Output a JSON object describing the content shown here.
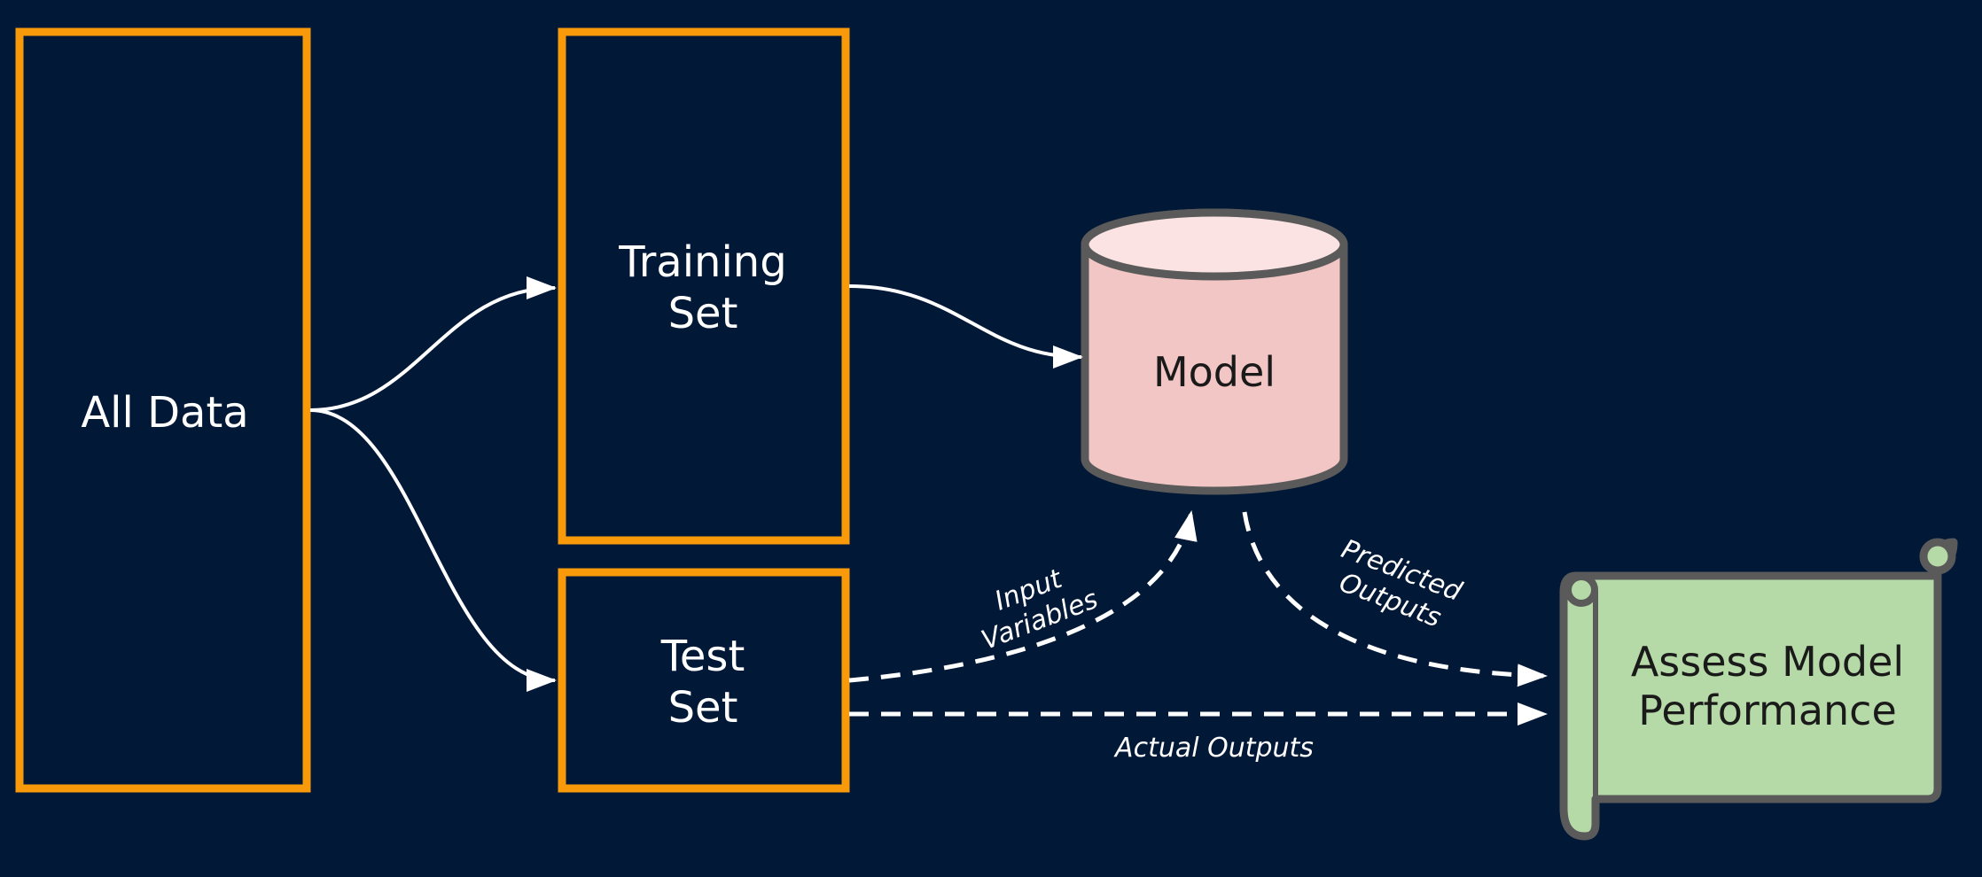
{
  "colors": {
    "background": "#021837",
    "box_stroke": "#f99a0b",
    "model_fill": "#f3c6c6",
    "model_top": "#fbe3e3",
    "model_stroke": "#5a5a5a",
    "scroll_fill": "#b6d9a8",
    "scroll_stroke": "#5a5a5a",
    "edge": "#ffffff"
  },
  "nodes": {
    "all_data": {
      "label": "All Data"
    },
    "training_set": {
      "label_line1": "Training",
      "label_line2": "Set"
    },
    "test_set": {
      "label_line1": "Test",
      "label_line2": "Set"
    },
    "model": {
      "label": "Model",
      "shape": "cylinder"
    },
    "assess": {
      "label_line1": "Assess Model",
      "label_line2": "Performance",
      "shape": "scroll"
    }
  },
  "edges": {
    "input_variables": {
      "line1": "Input",
      "line2": "Variables"
    },
    "predicted_outputs": {
      "line1": "Predicted",
      "line2": "Outputs"
    },
    "actual_outputs": {
      "label": "Actual Outputs"
    }
  }
}
